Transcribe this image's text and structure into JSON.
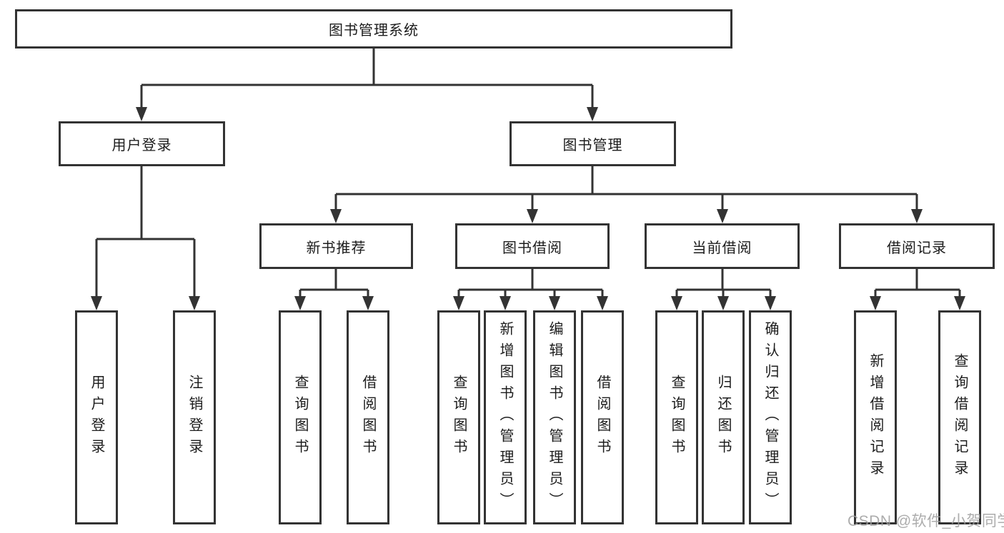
{
  "colors": {
    "line": "#333333",
    "box_border": "#333333",
    "text": "#1c1c1c",
    "watermark": "#9e9e9e",
    "background": "#ffffff"
  },
  "watermark": "CSDN @软件_小贺同学",
  "tree": {
    "root": {
      "label": "图书管理系统"
    },
    "level1": [
      {
        "label": "用户登录",
        "children": [
          {
            "label": "用户登录"
          },
          {
            "label": "注销登录"
          }
        ]
      },
      {
        "label": "图书管理",
        "children": [
          {
            "label": "新书推荐",
            "children": [
              {
                "label": "查询图书"
              },
              {
                "label": "借阅图书"
              }
            ]
          },
          {
            "label": "图书借阅",
            "children": [
              {
                "label": "查询图书"
              },
              {
                "label": "新增图书（管理员）"
              },
              {
                "label": "编辑图书（管理员）"
              },
              {
                "label": "借阅图书"
              }
            ]
          },
          {
            "label": "当前借阅",
            "children": [
              {
                "label": "查询图书"
              },
              {
                "label": "归还图书"
              },
              {
                "label": "确认归还（管理员）"
              }
            ]
          },
          {
            "label": "借阅记录",
            "children": [
              {
                "label": "新增借阅记录"
              },
              {
                "label": "查询借阅记录"
              }
            ]
          }
        ]
      }
    ]
  }
}
